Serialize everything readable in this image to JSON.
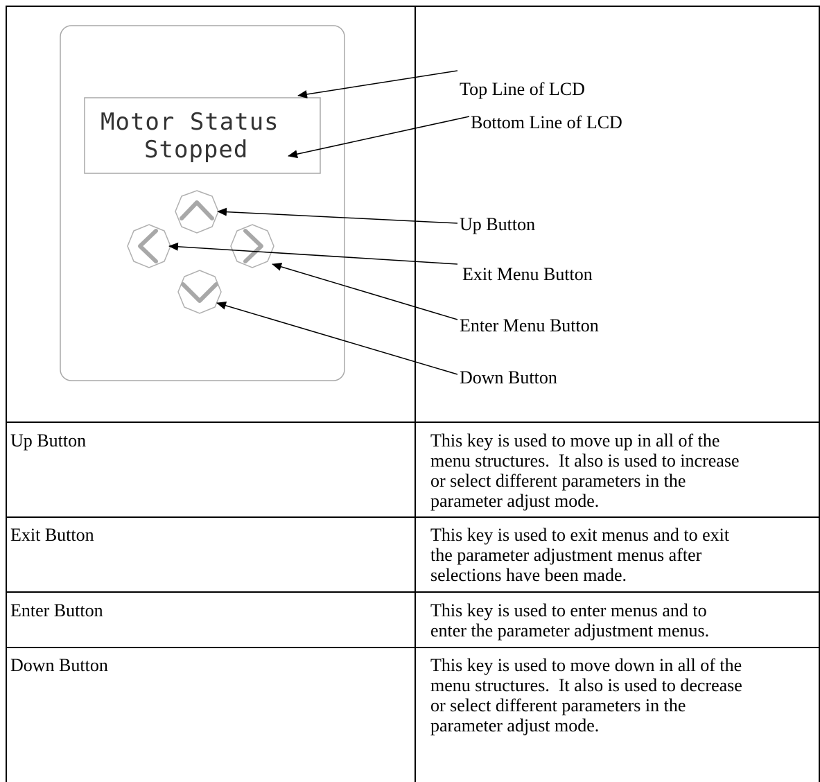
{
  "lcd": {
    "top_line": "Motor Status",
    "bottom_line": "Stopped"
  },
  "callouts": {
    "top_line_of_lcd": "Top Line of LCD",
    "bottom_line_of_lcd": "Bottom Line of LCD",
    "up_button": "Up Button",
    "exit_menu_button": "Exit Menu Button",
    "enter_menu_button": "Enter Menu Button",
    "down_button": "Down Button"
  },
  "table": {
    "rows": [
      {
        "key": "Up Button",
        "description_lines": [
          "This key is used to move up in all of the",
          "menu structures.  It also is used to increase",
          "or select different parameters in the",
          "parameter adjust mode."
        ]
      },
      {
        "key": "Exit Button",
        "description_lines": [
          "This key is used to exit menus and to exit",
          "the parameter adjustment menus after",
          "selections have been made."
        ]
      },
      {
        "key": "Enter Button",
        "description_lines": [
          "This key is used to enter menus and to",
          "enter the parameter adjustment menus."
        ]
      },
      {
        "key": "Down Button",
        "description_lines": [
          "This key is used to move down in all of the",
          "menu structures.  It also is used to decrease",
          "or select different parameters in the",
          "parameter adjust mode."
        ]
      }
    ]
  },
  "colors": {
    "button_stroke": "#b0b0b0",
    "panel_stroke": "#a8a8a8",
    "text": "#000000"
  }
}
